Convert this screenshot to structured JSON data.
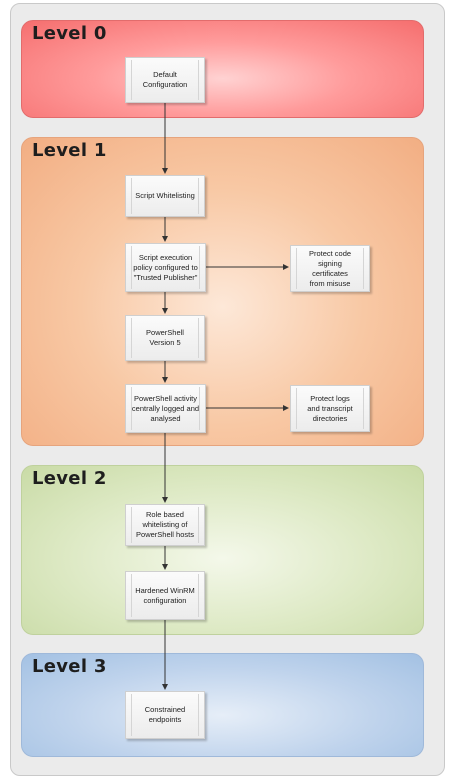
{
  "levels": [
    {
      "label": "Level 0",
      "color": "#f56e6e"
    },
    {
      "label": "Level 1",
      "color": "#f2ae83"
    },
    {
      "label": "Level 2",
      "color": "#c9dba6"
    },
    {
      "label": "Level 3",
      "color": "#a3c1e3"
    }
  ],
  "nodes": {
    "default_configuration": "Default\nConfiguration",
    "script_whitelisting": "Script Whitelisting",
    "execution_policy": "Script execution\npolicy configured to\n\"Trusted Publisher\"",
    "protect_code_signing": "Protect code\nsigning\ncertificates\nfrom misuse",
    "powershell_v5": "PowerShell\nVersion 5",
    "activity_logged": "PowerShell activity\ncentrally logged and\nanalysed",
    "protect_logs": "Protect logs\nand transcript\ndirectories",
    "role_based_whitelisting": "Role based\nwhitelisting of\nPowerShell hosts",
    "hardened_winrm": "Hardened WinRM\nconfiguration",
    "constrained_endpoints": "Constrained\nendpoints"
  }
}
